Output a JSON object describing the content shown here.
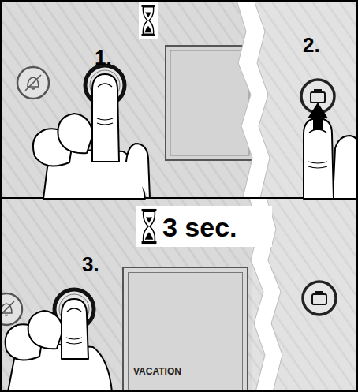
{
  "diagram": {
    "nodes": [
      {
        "text": [
          "VACATION"
        ]
      }
    ],
    "labels": [
      "1.",
      "2.",
      "3.",
      "3 sec."
    ]
  }
}
